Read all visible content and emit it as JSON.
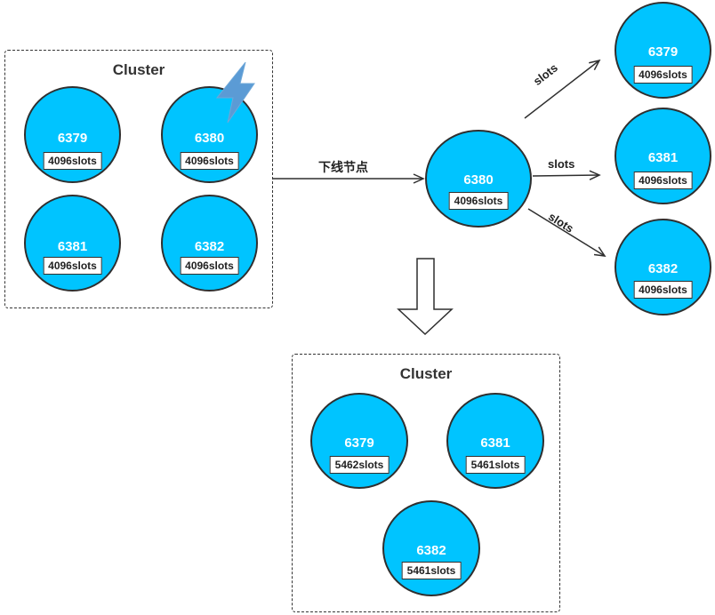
{
  "colors": {
    "node_fill": "#00c4ff",
    "outline": "#2f2f2f",
    "lightning": "#5b9bd5"
  },
  "icons": [
    "lightning-icon"
  ],
  "original_cluster": {
    "title": "Cluster",
    "nodes": [
      {
        "port": "6379",
        "slots": "4096slots"
      },
      {
        "port": "6380",
        "slots": "4096slots",
        "failed": true
      },
      {
        "port": "6381",
        "slots": "4096slots"
      },
      {
        "port": "6382",
        "slots": "4096slots"
      }
    ]
  },
  "offline_step": {
    "label": "下线节点",
    "node": {
      "port": "6380",
      "slots": "4096slots"
    }
  },
  "redistribution": {
    "arrow_label": "slots",
    "targets": [
      {
        "port": "6379",
        "slots": "4096slots"
      },
      {
        "port": "6381",
        "slots": "4096slots"
      },
      {
        "port": "6382",
        "slots": "4096slots"
      }
    ]
  },
  "result_cluster": {
    "title": "Cluster",
    "nodes": [
      {
        "port": "6379",
        "slots": "5462slots"
      },
      {
        "port": "6381",
        "slots": "5461slots"
      },
      {
        "port": "6382",
        "slots": "5461slots"
      }
    ]
  }
}
